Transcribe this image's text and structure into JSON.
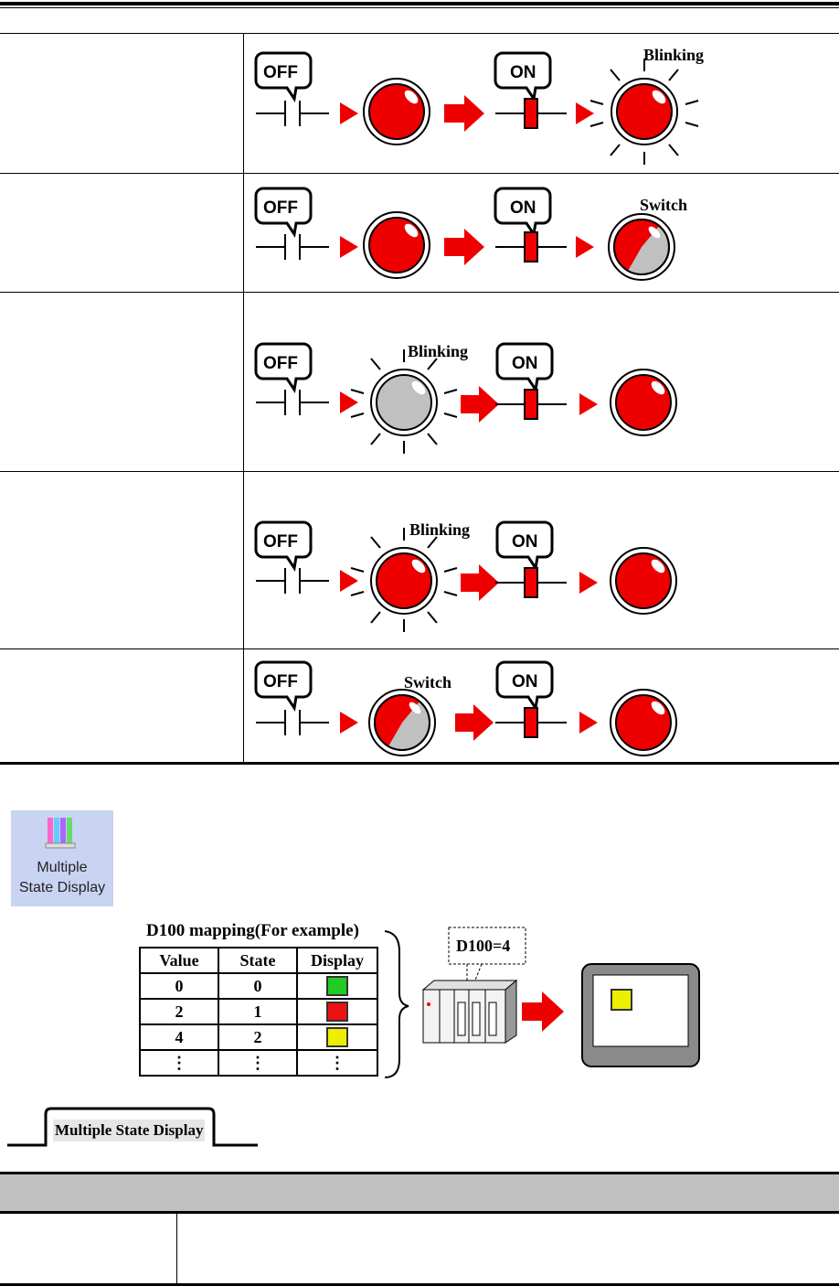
{
  "rows": [
    {
      "off": "OFF",
      "on": "ON",
      "label": "Blinking"
    },
    {
      "off": "OFF",
      "on": "ON",
      "label": "Switch"
    },
    {
      "off": "OFF",
      "on": "ON",
      "label": "Blinking"
    },
    {
      "off": "OFF",
      "on": "ON",
      "label": "Blinking"
    },
    {
      "off": "OFF",
      "on": "ON",
      "label": "Switch"
    }
  ],
  "icon": {
    "line1": "Multiple",
    "line2": "State Display",
    "icon_name": "multiple-state-display-icon"
  },
  "mapping": {
    "title": "D100 mapping(For example)",
    "headers": [
      "Value",
      "State",
      "Display"
    ],
    "rows": [
      {
        "value": "0",
        "state": "0",
        "color": "#22cc22"
      },
      {
        "value": "2",
        "state": "1",
        "color": "#ee1111"
      },
      {
        "value": "4",
        "state": "2",
        "color": "#eeee00"
      },
      {
        "value": "⋮",
        "state": "⋮",
        "display": "⋮"
      }
    ],
    "plc_label": "D100=4",
    "screen_color": "#eeee00"
  },
  "tab": {
    "label": "Multiple State Display"
  },
  "colors": {
    "lamp_red": "#ee0000",
    "lamp_gray": "#c0c0c0",
    "arrow_red": "#ee0000",
    "band_gray": "#c0c0c0"
  }
}
